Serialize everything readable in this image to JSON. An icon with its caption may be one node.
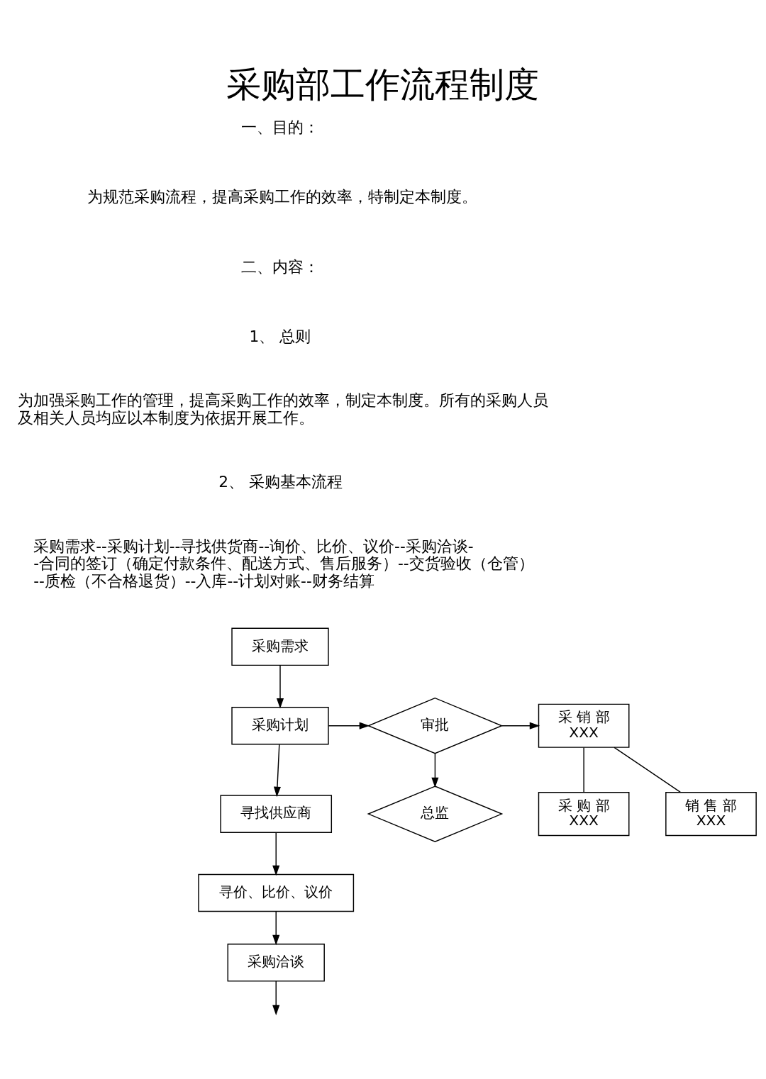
{
  "diagram": {
    "title": "采购部工作流程制度",
    "nodes": [
      {
        "text": [
          "采购需求"
        ]
      },
      {
        "text": [
          "采购计划"
        ]
      },
      {
        "text": [
          "审批"
        ]
      },
      {
        "text": [
          "采 销 部",
          "XXX"
        ]
      },
      {
        "text": [
          "采 购 部",
          "XXX"
        ]
      },
      {
        "text": [
          "寻找供应商"
        ]
      },
      {
        "text": [
          "销 售 部",
          "XXX"
        ]
      },
      {
        "text": [
          "寻价、比价、议价"
        ]
      },
      {
        "text": [
          "总监"
        ]
      },
      {
        "text": [
          "采购洽谈"
        ]
      }
    ],
    "edges": [
      {
        "from": 0,
        "to": 1,
        "arrow": "to"
      },
      {
        "from": 1,
        "to": 2,
        "arrow": "to"
      },
      {
        "from": 2,
        "to": 3,
        "arrow": "to"
      },
      {
        "from": 3,
        "to": 4,
        "arrow": "none"
      },
      {
        "from": 3,
        "to": 6,
        "arrow": "none"
      },
      {
        "from": 1,
        "to": 5,
        "arrow": "to"
      },
      {
        "from": 5,
        "to": 7,
        "arrow": "to"
      },
      {
        "from": 2,
        "to": 8,
        "arrow": "to"
      },
      {
        "from": 7,
        "to": 9,
        "arrow": "to"
      },
      {
        "from": 9,
        "to": null,
        "arrow": "to"
      }
    ],
    "labels": [
      "一、目的：",
      "为规范采购流程，提高采购工作的效率，特制定本制度。",
      "二、内容：",
      "1、 总则",
      "为加强采购工作的管理，提高采购工作的效率，制定本制度。所有的采购人员及相关人员均应以本制度为依据开展工作。",
      "2、 采购基本流程",
      "采购需求--采购计划--寻找供货商--询价、比价、议价--采购洽谈--合同的签订（确定付款条件、配送方式、售后服务）--交货验收（仓管）--质检（不合格退货）--入库--计划对账--财务结算"
    ]
  }
}
